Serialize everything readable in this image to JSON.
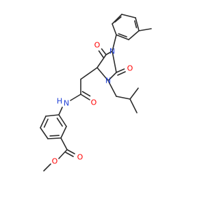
{
  "colors": {
    "bond": "#2b2b2b",
    "oxygen": "#ff0000",
    "nitrogen": "#1f3fd6",
    "background": "#ffffff"
  },
  "labels": {
    "o_ring_top": "O",
    "n_ring_top": "N",
    "o_ring_right": "O",
    "n_ring_left": "N",
    "o_amide": "O",
    "nh_amide": "H",
    "n_amide": "N",
    "o_ester_carbonyl": "O",
    "o_ester_ether": "O"
  }
}
